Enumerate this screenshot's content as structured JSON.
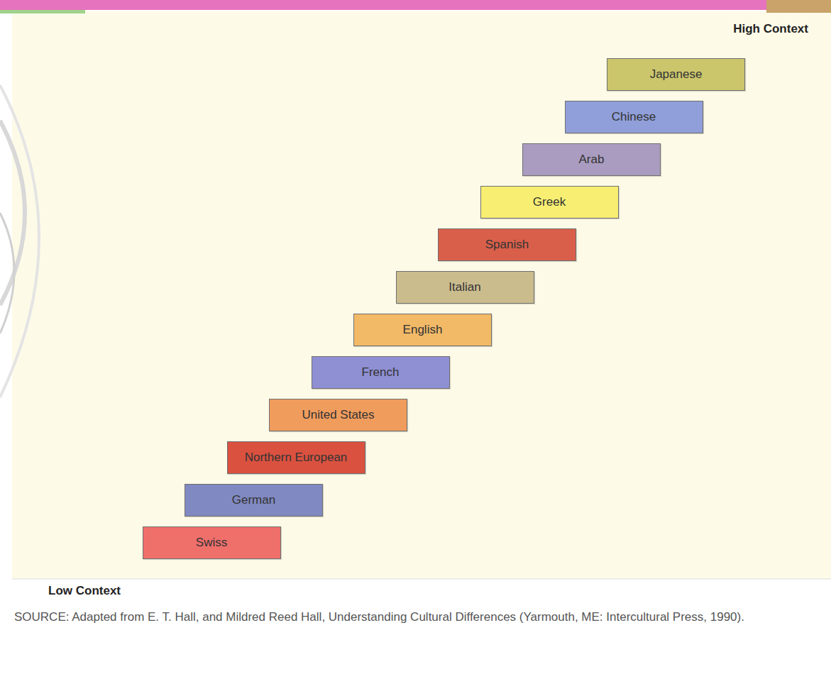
{
  "diagram": {
    "caption": "SOURCE: Adapted from E. T. Hall, and Mildred Reed Hall, Understanding Cultural Differences (Yarmouth, ME: Intercultural Press, 1990).",
    "nodes": [
      {
        "text": [
          "Japanese"
        ]
      },
      {
        "text": [
          "Chinese"
        ]
      },
      {
        "text": [
          "Arab"
        ]
      },
      {
        "text": [
          "Greek"
        ]
      },
      {
        "text": [
          "Spanish"
        ]
      },
      {
        "text": [
          "Italian"
        ]
      },
      {
        "text": [
          "English"
        ]
      },
      {
        "text": [
          "French"
        ]
      },
      {
        "text": [
          "United States"
        ]
      },
      {
        "text": [
          "Northern European"
        ]
      },
      {
        "text": [
          "German"
        ]
      },
      {
        "text": [
          "Swiss"
        ]
      }
    ],
    "labels": [
      "High Context",
      "Low Context"
    ]
  }
}
